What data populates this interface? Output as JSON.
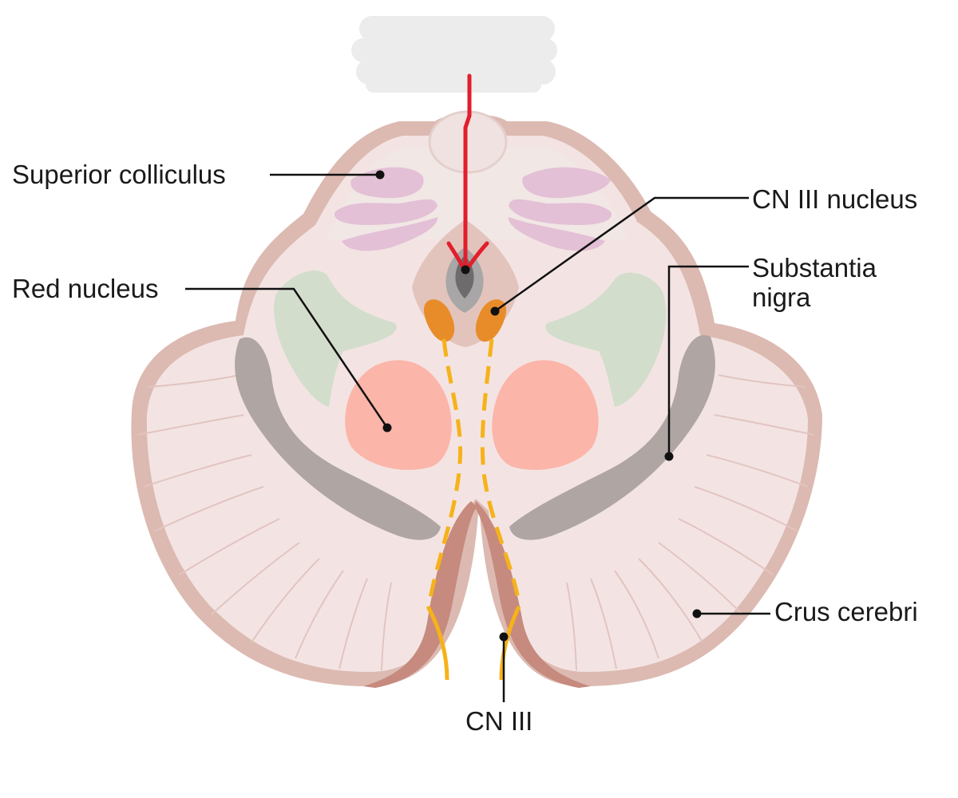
{
  "labels": {
    "superior_colliculus": "Superior colliculus",
    "red_nucleus": "Red nucleus",
    "cn3_nucleus": "CN III nucleus",
    "substantia_nigra_line1": "Substantia",
    "substantia_nigra_line2": "nigra",
    "crus_cerebri": "Crus cerebri",
    "cn3": "CN III"
  },
  "colors": {
    "tissue_outline": "#dcbab1",
    "tissue_fill": "#f3e4e3",
    "tectum_fill": "#f1e7e5",
    "superior_colliculus": "#e3c0d6",
    "red_nucleus": "#fcb5a9",
    "medial_lemniscus": "#d3ddcc",
    "substantia_nigra": "#afa5a3",
    "cn3_nucleus": "#e88c2a",
    "cn3_nerve": "#f6b21a",
    "aqueduct_outer": "#a8a6a6",
    "aqueduct_inner": "#6d6b6b",
    "lesion_arrow": "#e21e2c",
    "interpeduncular_edge": "#c68a7f",
    "redaction_scribble": "#ececec",
    "leader_line": "#111111"
  }
}
